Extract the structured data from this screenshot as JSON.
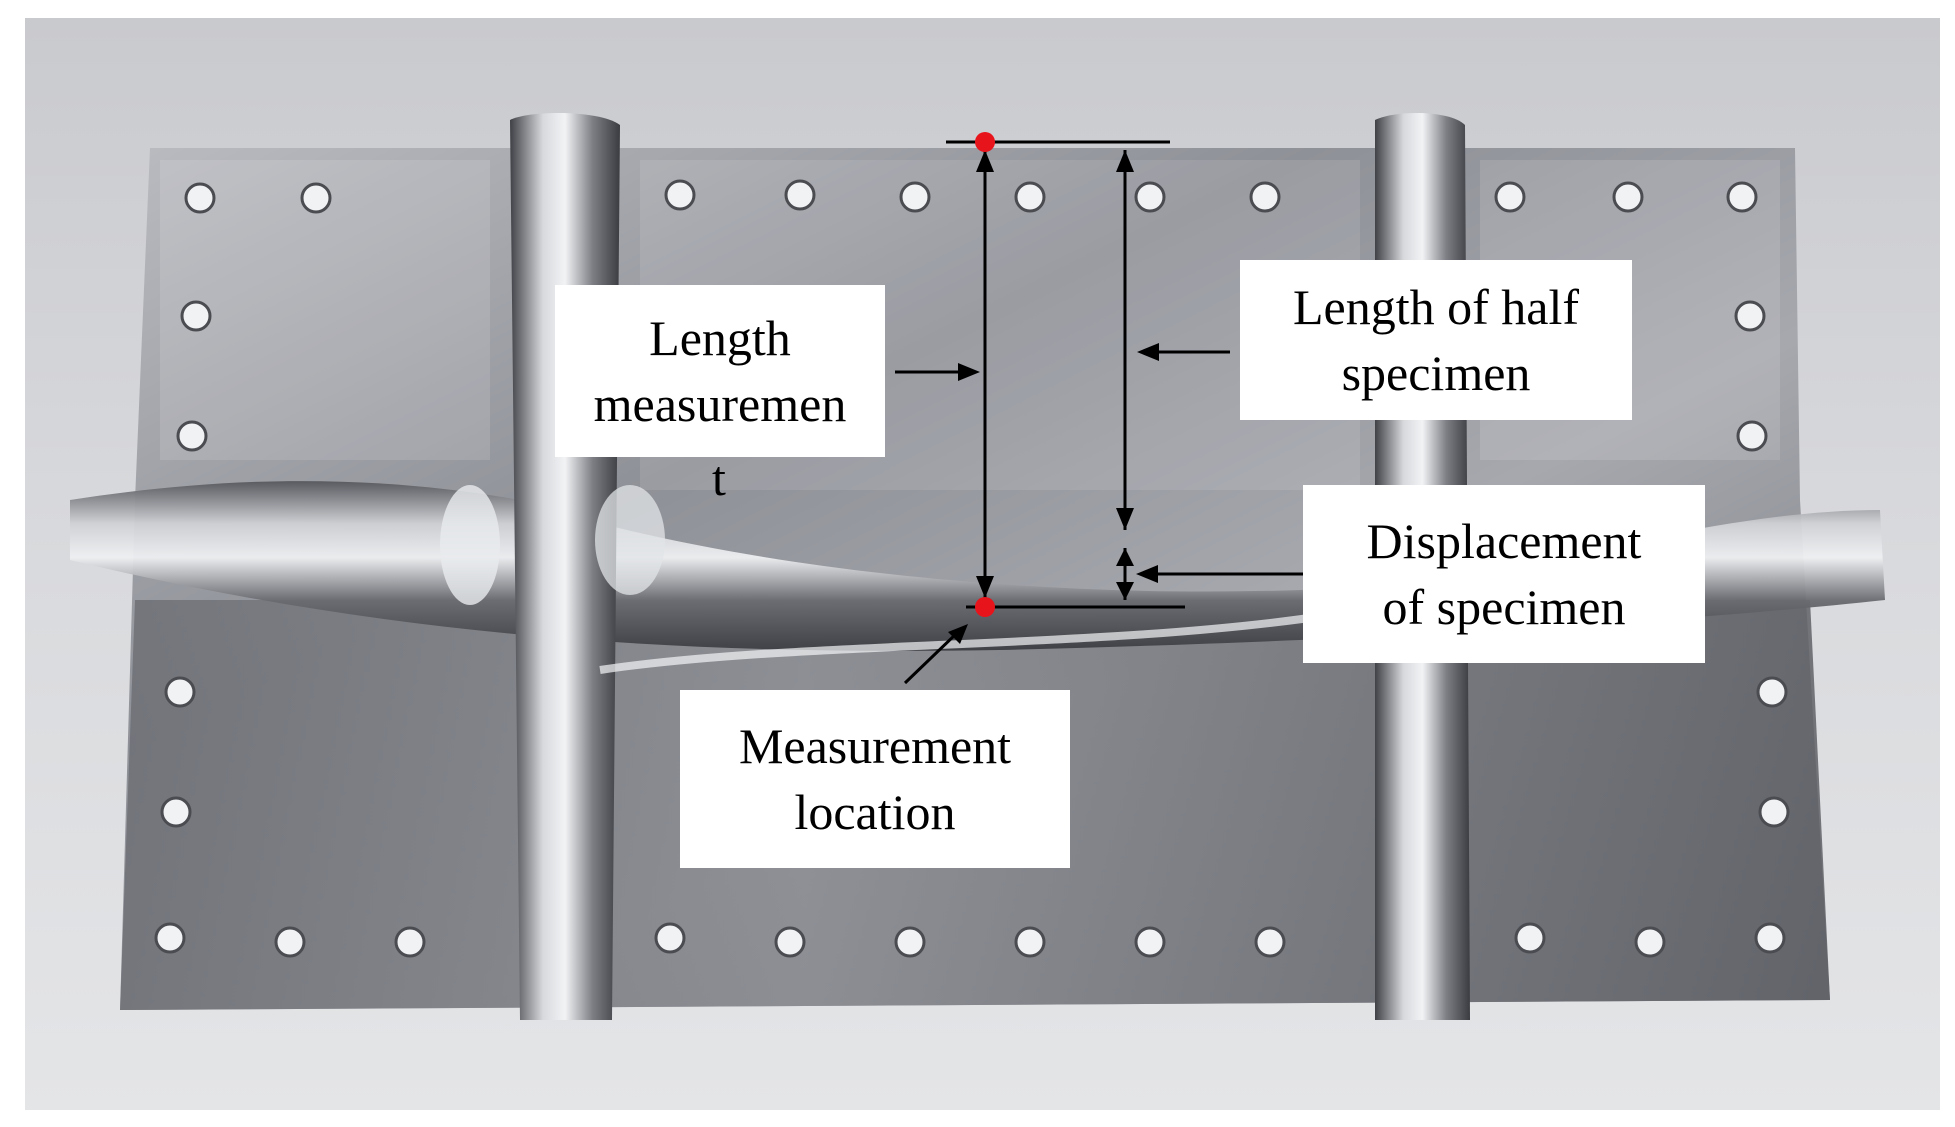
{
  "annotations": {
    "length_measurement": {
      "line1": "Length",
      "line2": "measuremen",
      "line3": "t"
    },
    "length_half_specimen": {
      "line1": "Length of half",
      "line2": "specimen"
    },
    "displacement": {
      "line1": "Displacement",
      "line2": "of specimen"
    },
    "measurement_location": {
      "line1": "Measurement",
      "line2": "location"
    }
  },
  "colors": {
    "background": "#d7d8dc",
    "metal": "#8e9097",
    "marker": "#e8141b",
    "line": "#000000"
  }
}
